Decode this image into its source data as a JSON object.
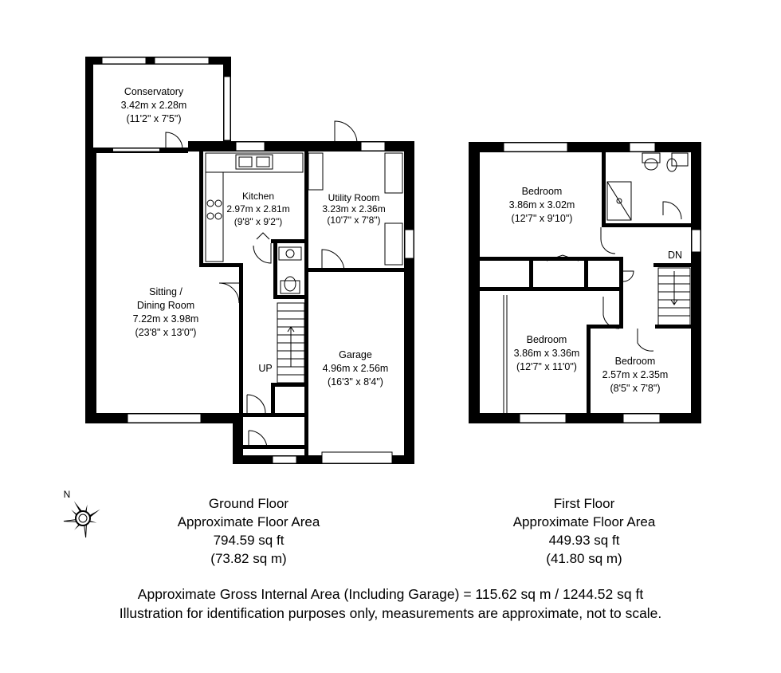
{
  "ground_floor": {
    "rooms": {
      "conservatory": {
        "name": "Conservatory",
        "metric": "3.42m x 2.28m",
        "imperial": "(11'2\" x 7'5\")"
      },
      "kitchen": {
        "name": "Kitchen",
        "metric": "2.97m x 2.81m",
        "imperial": "(9'8\" x 9'2\")"
      },
      "utility": {
        "name": "Utility Room",
        "metric": "3.23m x 2.36m",
        "imperial": "(10'7\" x 7'8\")"
      },
      "sitting": {
        "name1": "Sitting /",
        "name2": "Dining Room",
        "metric": "7.22m x 3.98m",
        "imperial": "(23'8\" x 13'0\")"
      },
      "garage": {
        "name": "Garage",
        "metric": "4.96m x 2.56m",
        "imperial": "(16'3\" x 8'4\")"
      }
    },
    "stair_label": "UP",
    "summary": {
      "title": "Ground Floor",
      "subtitle": "Approximate Floor Area",
      "sqft": "794.59 sq ft",
      "sqm": "(73.82 sq m)"
    }
  },
  "first_floor": {
    "rooms": {
      "bedroom1": {
        "name": "Bedroom",
        "metric": "3.86m x 3.02m",
        "imperial": "(12'7\" x 9'10\")"
      },
      "bedroom2": {
        "name": "Bedroom",
        "metric": "3.86m x 3.36m",
        "imperial": "(12'7\" x 11'0\")"
      },
      "bedroom3": {
        "name": "Bedroom",
        "metric": "2.57m x 2.35m",
        "imperial": "(8'5\" x 7'8\")"
      }
    },
    "stair_label": "DN",
    "summary": {
      "title": "First Floor",
      "subtitle": "Approximate Floor Area",
      "sqft": "449.93 sq ft",
      "sqm": "(41.80 sq m)"
    }
  },
  "compass": {
    "label": "N",
    "icon": "compass-rose-icon"
  },
  "footer": {
    "line1": "Approximate Gross Internal Area (Including Garage) = 115.62 sq m / 1244.52 sq ft",
    "line2": "Illustration for identification purposes only, measurements are approximate, not to scale."
  },
  "colors": {
    "wall": "#000000",
    "background": "#ffffff",
    "window": "#ffffff",
    "fixture_line": "#000000"
  }
}
